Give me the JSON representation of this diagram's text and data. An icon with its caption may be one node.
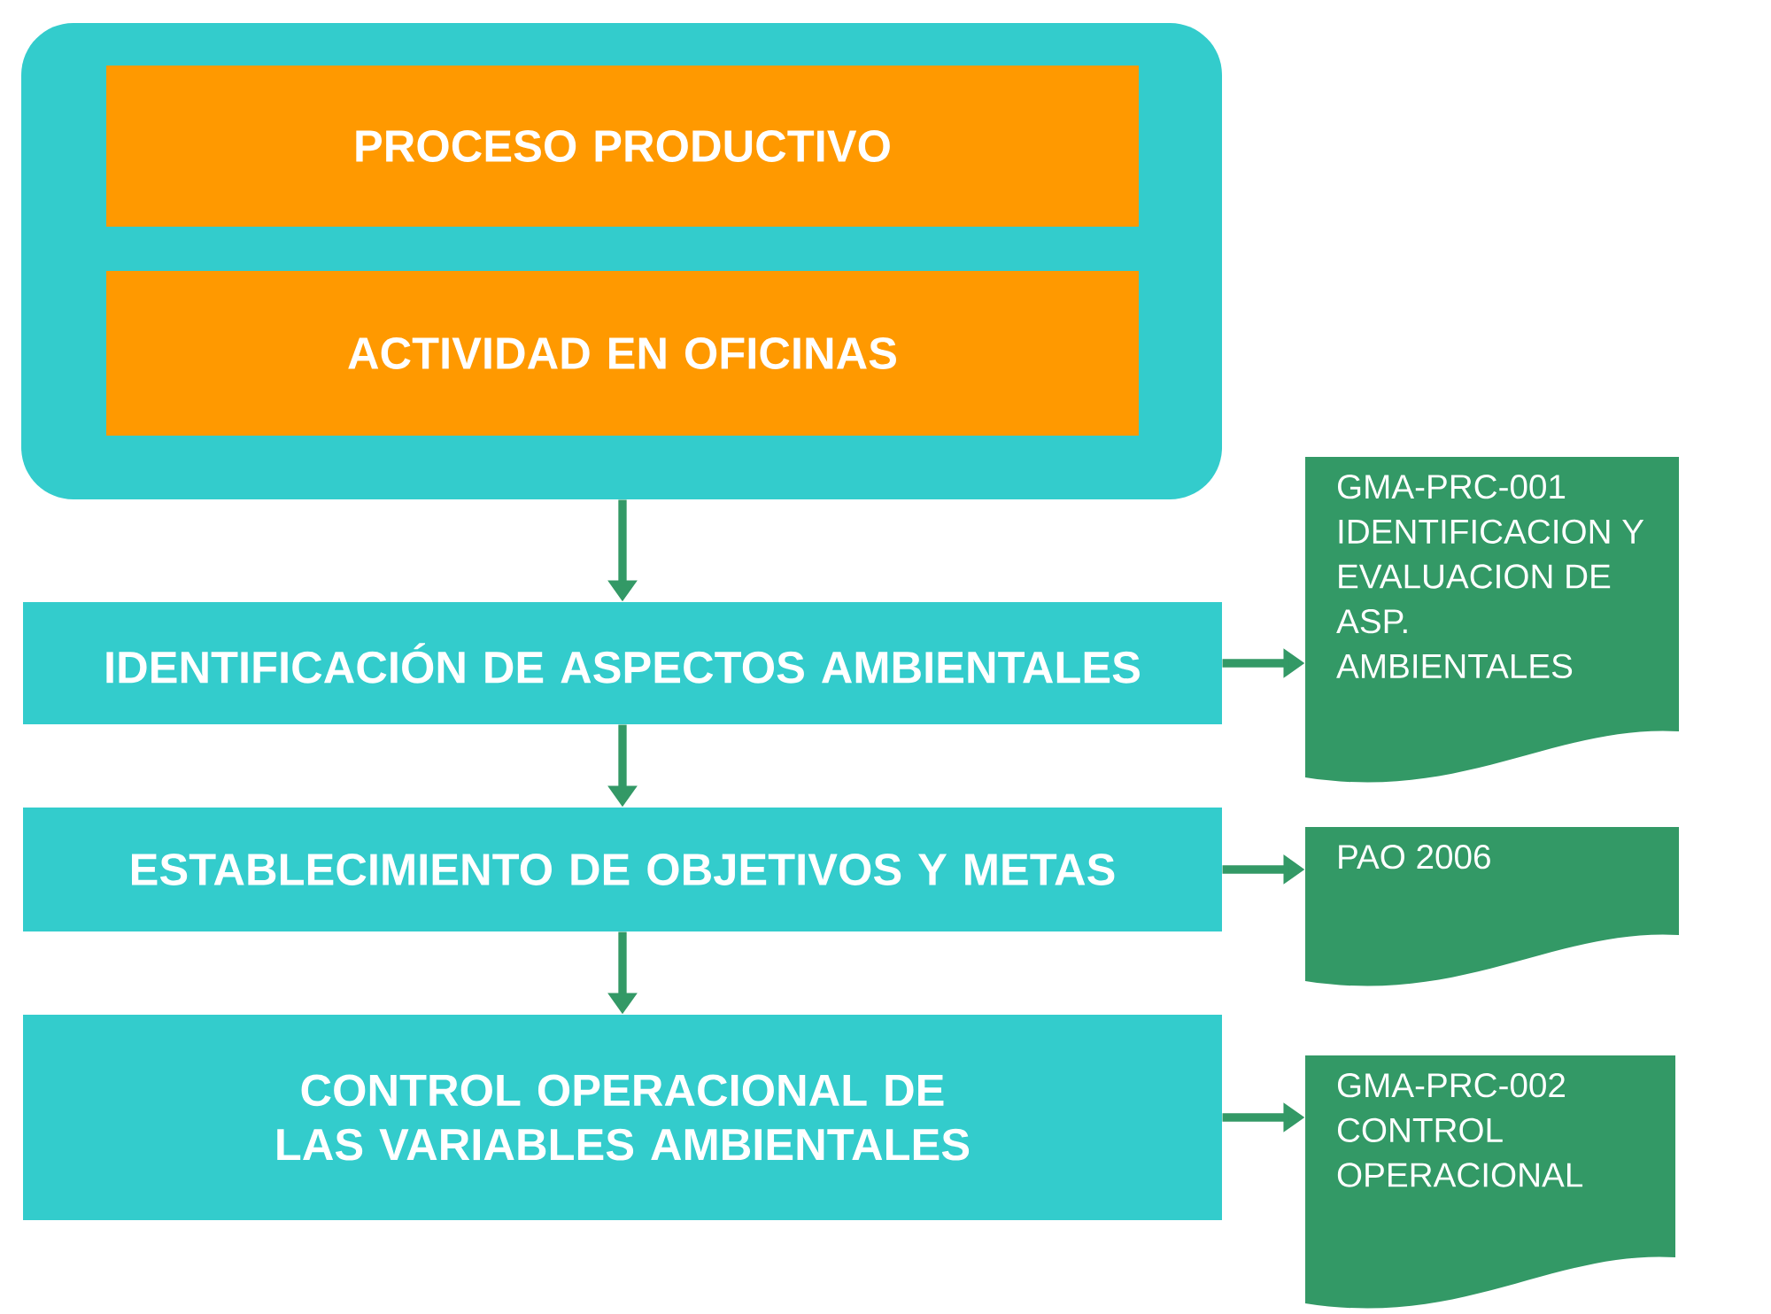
{
  "diagram": {
    "nodes": [
      {
        "text": [],
        "shape": "box"
      },
      {
        "text": [
          "PROCESO PRODUCTIVO"
        ],
        "in": 0
      },
      {
        "text": [
          "ACTIVIDAD EN OFICINAS"
        ],
        "in": 0
      },
      {
        "text": [
          "IDENTIFICACIÓN DE ASPECTOS AMBIENTALES"
        ]
      },
      {
        "text": [
          "ESTABLECIMIENTO DE OBJETIVOS Y METAS"
        ]
      },
      {
        "text": [
          "CONTROL OPERACIONAL DE LAS VARIABLES AMBIENTALES"
        ]
      },
      {
        "text": [
          "GMA-PRC-001 IDENTIFICACION Y EVALUACION DE ASP. AMBIENTALES"
        ]
      },
      {
        "text": [
          "PAO 2006"
        ]
      },
      {
        "text": [
          "GMA-PRC-002 CONTROL OPERACIONAL"
        ]
      }
    ],
    "edges": [
      {
        "from": 0,
        "to": 3,
        "arrow": "to"
      },
      {
        "from": 3,
        "to": 4,
        "arrow": "to"
      },
      {
        "from": 4,
        "to": 5,
        "arrow": "to"
      },
      {
        "from": 3,
        "to": 6,
        "arrow": "to"
      },
      {
        "from": 4,
        "to": 7,
        "arrow": "to"
      },
      {
        "from": 5,
        "to": 8,
        "arrow": "to"
      }
    ]
  }
}
